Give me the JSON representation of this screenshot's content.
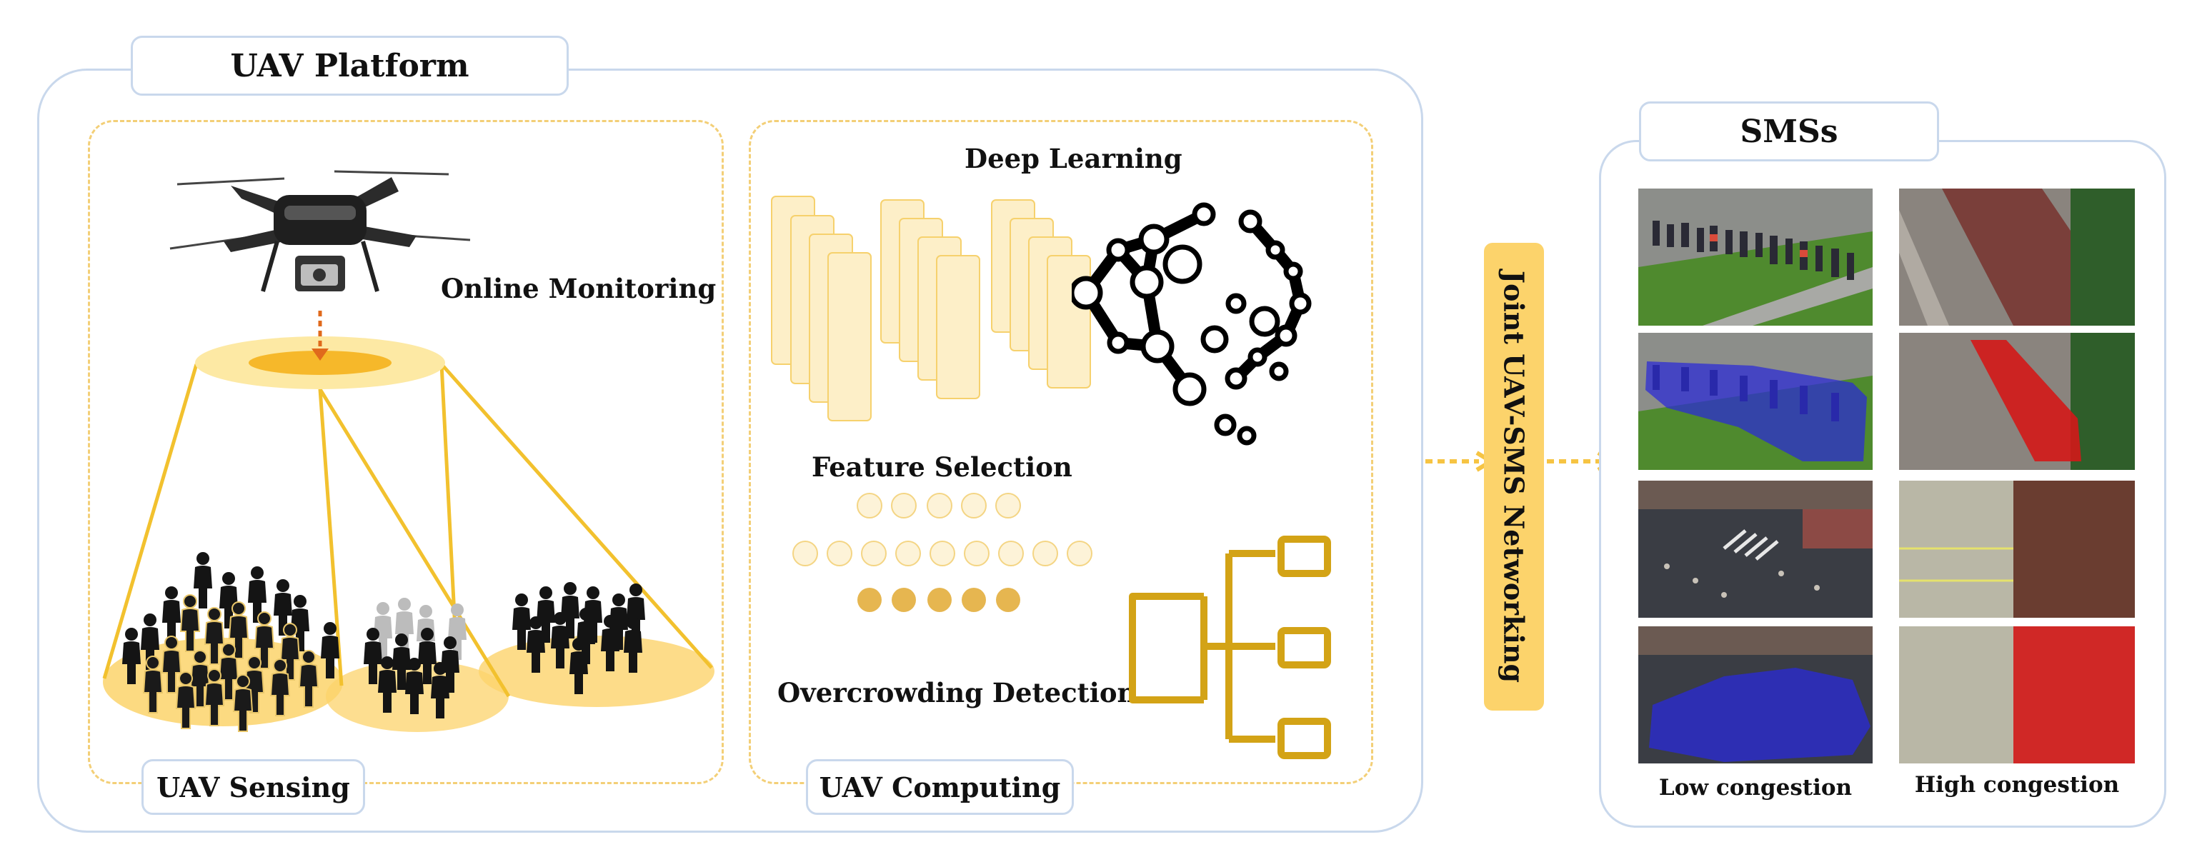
{
  "uav_platform": {
    "title": "UAV Platform",
    "sensing_label": "UAV Sensing",
    "computing_label": "UAV Computing",
    "online_monitoring": "Online Monitoring",
    "deep_learning": "Deep Learning",
    "feature_selection": "Feature Selection",
    "overcrowding_detection": "Overcrowding Detection"
  },
  "networking": {
    "label": "Joint UAV-SMS Networking"
  },
  "sms": {
    "title": "SMSs",
    "low_caption": "Low congestion",
    "high_caption": "High congestion"
  },
  "colors": {
    "panel_border": "#c9d8ec",
    "dashed_border": "#f3cf77",
    "accent_yellow": "#fcd36b",
    "tree_gold": "#d3a316",
    "overlay_blue": "#2a2ad8",
    "overlay_red": "#d31818"
  },
  "icons": [
    "drone-icon",
    "crowd-icon",
    "neural-network-icon",
    "tree-diagram-icon",
    "arrow-icon"
  ]
}
